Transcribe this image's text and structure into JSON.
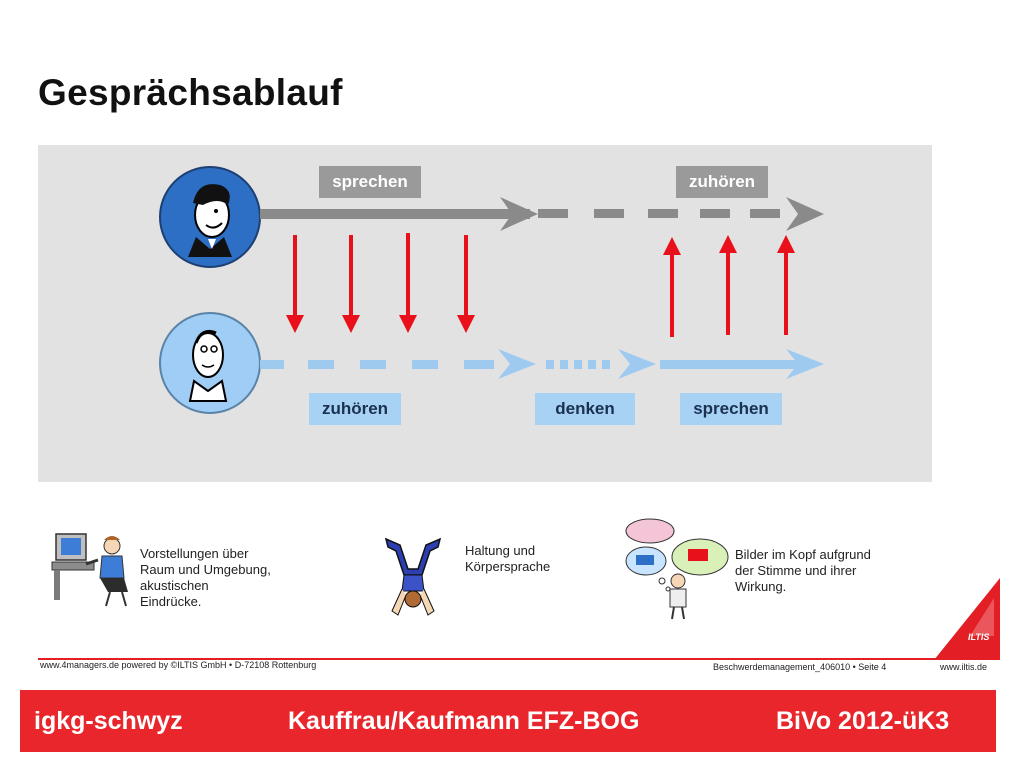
{
  "slide": {
    "title": "Gesprächsablauf"
  },
  "diagram": {
    "labels": {
      "top_sprechen": "sprechen",
      "top_zuhoeren": "zuhören",
      "bottom_zuhoeren": "zuhören",
      "bottom_denken": "denken",
      "bottom_sprechen": "sprechen"
    },
    "colors": {
      "gray_arrow": "#8a8a8a",
      "blue_arrow": "#9fcaf0",
      "red_arrow": "#e8111b",
      "speaker_circle": "#2d6fc4",
      "listener_circle": "#9fcdf5"
    }
  },
  "illustrations": [
    {
      "icon": "computer-user-icon",
      "caption": "Vorstellungen über\nRaum und Umgebung,\nakustischen\nEindrücke."
    },
    {
      "icon": "handstand-person-icon",
      "caption": "Haltung und\nKörpersprache"
    },
    {
      "icon": "thought-cloud-person-icon",
      "caption": "Bilder im Kopf aufgrund\nder Stimme und ihrer\nWirkung."
    }
  ],
  "footer": {
    "left_text": "www.4managers.de powered by ©ILTIS GmbH • D-72108 Rottenburg",
    "right_text": "Beschwerdemanagement_406010 • Seite 4",
    "url_text": "www.iltis.de",
    "logo_text": "ILTIS"
  },
  "bottom_bar": {
    "left": "igkg-schwyz",
    "center": "Kauffrau/Kaufmann EFZ-BOG",
    "right": "BiVo 2012-üK3"
  }
}
